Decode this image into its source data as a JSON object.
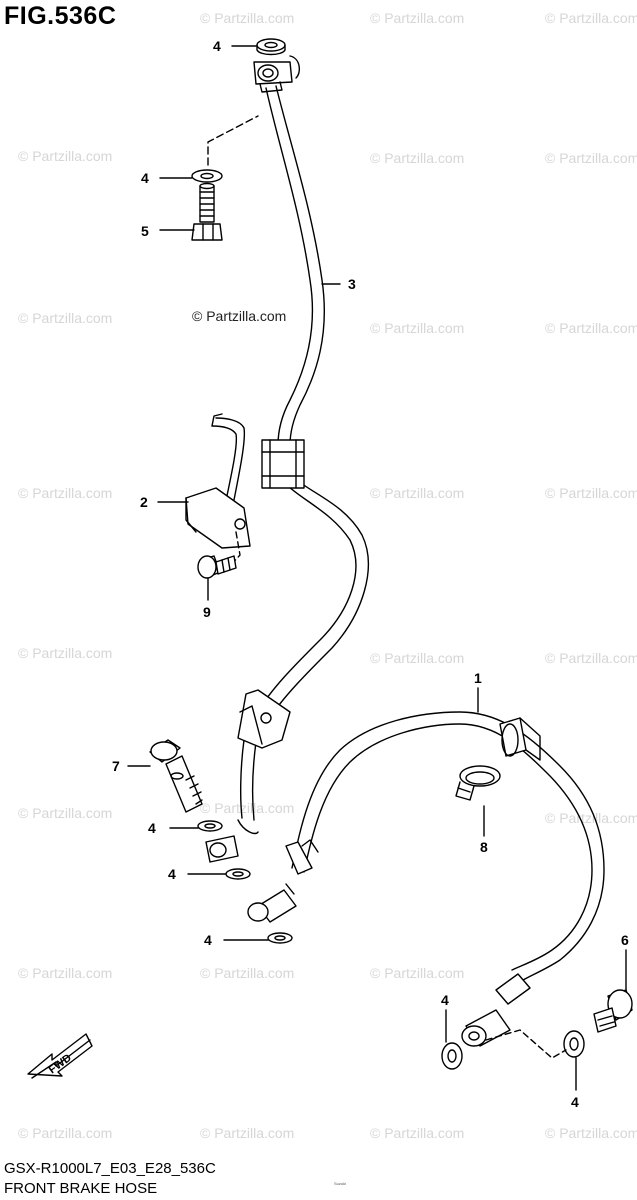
{
  "figure": {
    "title": "FIG.536C",
    "footer_code": "GSX-R1000L7_E03_E28_536C",
    "footer_name": "FRONT BRAKE HOSE",
    "center_watermark": "© Partzilla.com",
    "repeating_watermark": "© Partzilla.com",
    "fine_print": "Suzuki"
  },
  "callouts": {
    "c1": "1",
    "c2": "2",
    "c3": "3",
    "c4a": "4",
    "c4b": "4",
    "c4c": "4",
    "c4d": "4",
    "c4e": "4",
    "c4f": "4",
    "c4g": "4",
    "c5": "5",
    "c6": "6",
    "c7": "7",
    "c8": "8",
    "c9": "9"
  },
  "fwd_label": "FWD"
}
